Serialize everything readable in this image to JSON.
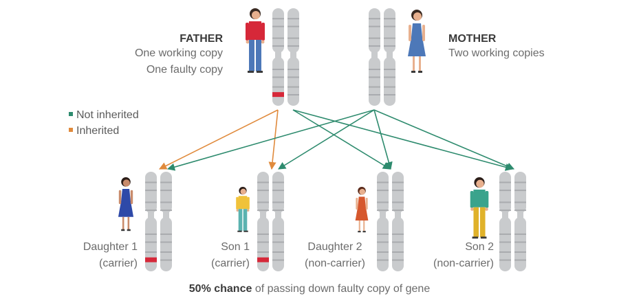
{
  "parents": {
    "father": {
      "title": "FATHER",
      "line1": "One working copy",
      "line2": "One faulty copy"
    },
    "mother": {
      "title": "MOTHER",
      "line1": "Two working copies"
    }
  },
  "legend": {
    "not_inherited": {
      "label": "Not inherited",
      "color": "#2e8b6e"
    },
    "inherited": {
      "label": "Inherited",
      "color": "#e08a3c"
    }
  },
  "children": [
    {
      "name": "Daughter 1",
      "status": "(carrier)"
    },
    {
      "name": "Son 1",
      "status": "(carrier)"
    },
    {
      "name": "Daughter 2",
      "status": "(non-carrier)"
    },
    {
      "name": "Son 2",
      "status": "(non-carrier)"
    }
  ],
  "footer": {
    "emphasis": "50% chance",
    "rest": " of passing down faulty copy of gene"
  },
  "colors": {
    "chromosome": "#c9cbcd",
    "band": "#a9abae",
    "faulty": "#d62839",
    "arrow_green": "#2e8b6e",
    "arrow_orange": "#e08a3c"
  }
}
